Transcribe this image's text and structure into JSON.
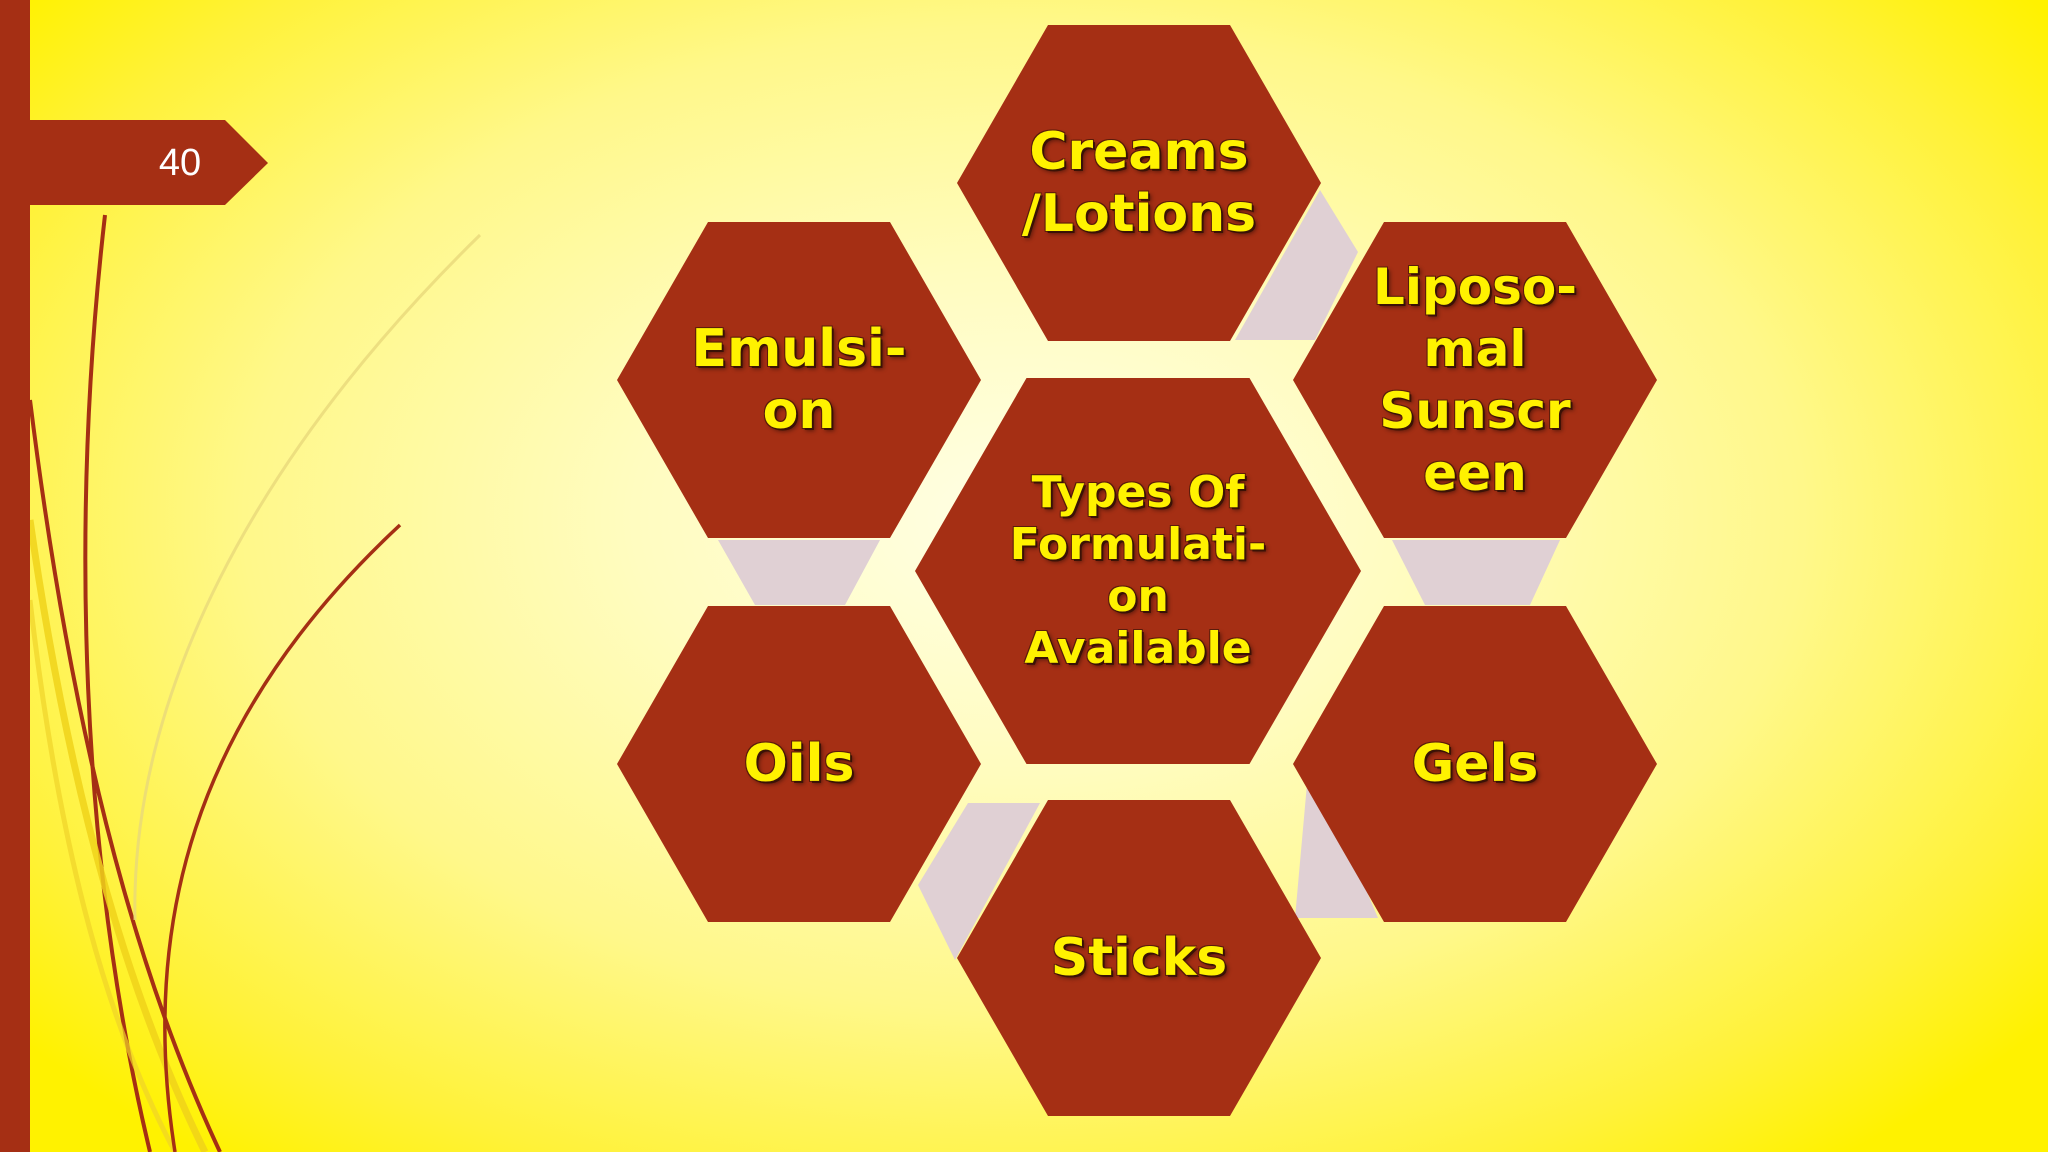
{
  "slide": {
    "page_number": "40",
    "colors": {
      "hexagon": "#a52f14",
      "label": "#fff200",
      "connector": "#e0d0d4",
      "accent_bar": "#a52f14"
    }
  },
  "diagram": {
    "center": {
      "lines": [
        "Types Of",
        "Formulati-",
        "on",
        "Available"
      ]
    },
    "items": [
      {
        "id": "creams",
        "lines": [
          "Creams",
          "/Lotions"
        ]
      },
      {
        "id": "liposomal",
        "lines": [
          "Liposo-",
          "mal",
          "Sunscr",
          "een"
        ]
      },
      {
        "id": "gels",
        "lines": [
          "Gels"
        ]
      },
      {
        "id": "sticks",
        "lines": [
          "Sticks"
        ]
      },
      {
        "id": "oils",
        "lines": [
          "Oils"
        ]
      },
      {
        "id": "emulsion",
        "lines": [
          "Emulsi-",
          "on"
        ]
      }
    ]
  }
}
